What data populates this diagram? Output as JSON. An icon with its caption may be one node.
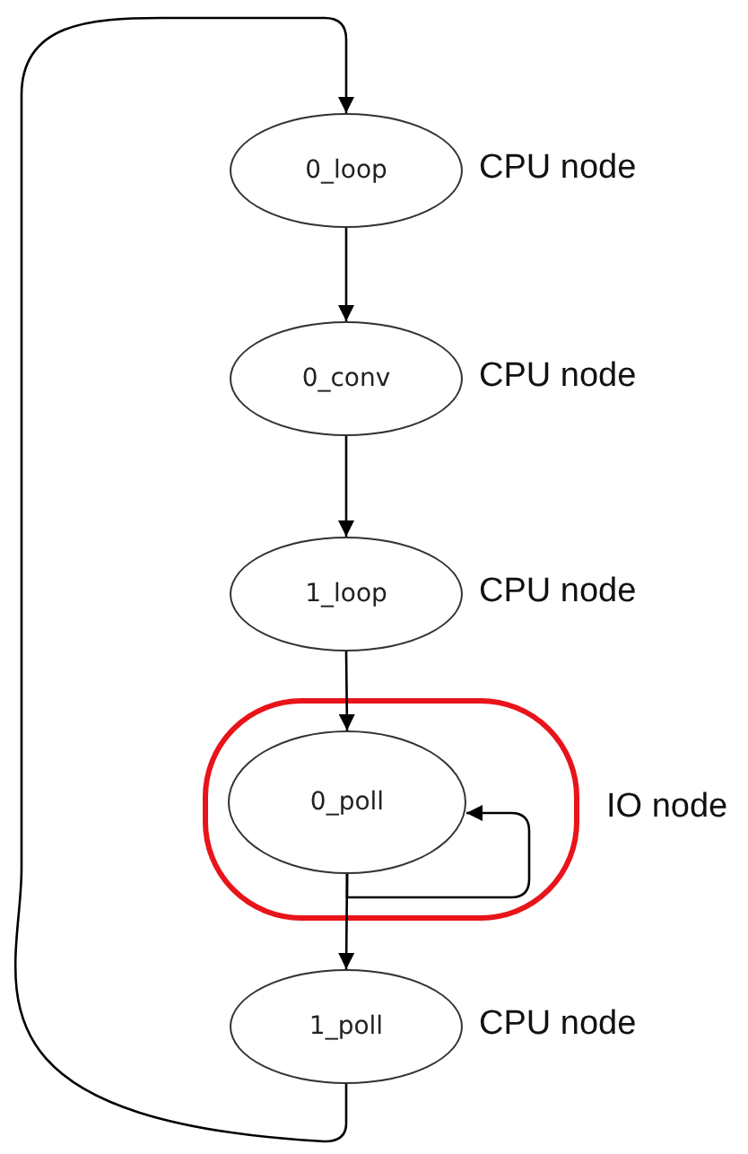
{
  "diagram": {
    "nodes": [
      {
        "text": [
          "0_loop"
        ],
        "beside": [
          "CPU node"
        ]
      },
      {
        "text": [
          "0_conv"
        ],
        "beside": [
          "CPU node"
        ]
      },
      {
        "text": [
          "1_loop"
        ],
        "beside": [
          "CPU node"
        ]
      },
      {
        "text": [
          "IO node"
        ]
      },
      {
        "text": [
          "0_poll"
        ],
        "in": 3
      },
      {
        "text": [
          "1_poll"
        ],
        "beside": [
          "CPU node"
        ]
      }
    ],
    "edges": [
      {
        "from": 0,
        "to": 1,
        "arrow": "to"
      },
      {
        "from": 1,
        "to": 2,
        "arrow": "to"
      },
      {
        "from": 2,
        "to": 4,
        "arrow": "to"
      },
      {
        "from": 4,
        "to": 4,
        "arrow": "to"
      },
      {
        "from": 4,
        "to": 5,
        "arrow": "to"
      },
      {
        "from": 5,
        "to": 0,
        "arrow": "to"
      }
    ]
  }
}
